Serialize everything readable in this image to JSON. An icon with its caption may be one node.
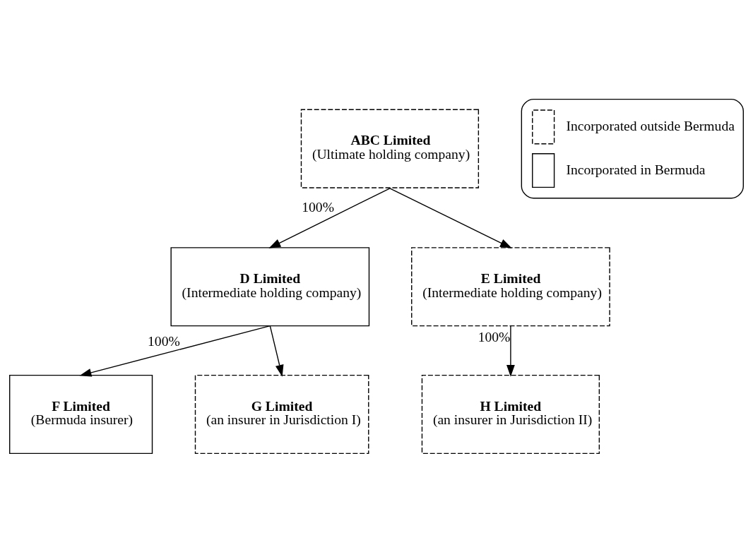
{
  "diagram": {
    "nodes": [
      {
        "text": [
          "ABC Limited",
          "(Ultimate holding company)"
        ]
      },
      {
        "text": [
          "D Limited",
          "(Intermediate holding company)"
        ]
      },
      {
        "text": [
          "E Limited",
          "(Intermediate holding company)"
        ]
      },
      {
        "text": [
          "F Limited",
          "(Bermuda insurer)"
        ]
      },
      {
        "text": [
          "G Limited",
          "(an insurer in Jurisdiction I)"
        ]
      },
      {
        "text": [
          "H Limited",
          "(an insurer in Jurisdiction II)"
        ]
      }
    ],
    "edges": [
      {
        "from": 0,
        "to": 1,
        "arrow": "to",
        "label": "100%"
      },
      {
        "from": 0,
        "to": 2,
        "arrow": "to"
      },
      {
        "from": 1,
        "to": 3,
        "arrow": "to",
        "label": "100%"
      },
      {
        "from": 1,
        "to": 4,
        "arrow": "to"
      },
      {
        "from": 2,
        "to": 5,
        "arrow": "to",
        "label": "100%"
      }
    ],
    "legend": [
      {
        "text": "Incorporated outside Bermuda"
      },
      {
        "text": "Incorporated in Bermuda"
      }
    ]
  }
}
